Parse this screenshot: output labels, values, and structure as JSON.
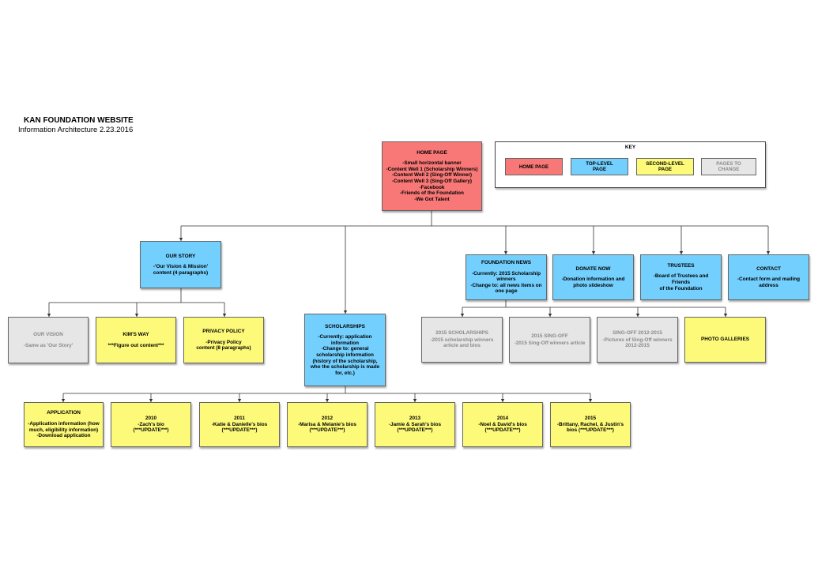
{
  "header": {
    "title": "KAN FOUNDATION WEBSITE",
    "subtitle": "Information Architecture 2.23.2016"
  },
  "key": {
    "title": "KEY",
    "items": [
      "HOME PAGE",
      "TOP-LEVEL\nPAGE",
      "SECOND-LEVEL\nPAGE",
      "PAGES TO\nCHANGE"
    ]
  },
  "nodes": {
    "home": {
      "title": "HOME PAGE",
      "body": "-Small horizontal banner\n-Content Well 1 (Scholarship Winners)\n-Content Well 2 (Sing-Off Winner)\n-Content Well 3 (Sing-Off Gallery)\n-Facebook\n-Friends of the Foundation\n-We Got Talent"
    },
    "our_story": {
      "title": "OUR STORY",
      "body": "-'Our Vision & Mission'\ncontent (4 paragraphs)"
    },
    "our_vision": {
      "title": "OUR VISION",
      "body": "-Same as 'Our Story'"
    },
    "kims_way": {
      "title": "KIM'S WAY",
      "body": "***Figure out content***"
    },
    "privacy": {
      "title": "PRIVACY POLICY",
      "body": "-Privacy Policy\ncontent (8 paragraphs)"
    },
    "scholarships": {
      "title": "SCHOLARSHIPS",
      "body": "-Currently: application\ninformation\n-Change to: general\nscholarship information\n(history of the scholarship,\nwho the scholarship is made\nfor, etc.)"
    },
    "foundation_news": {
      "title": "FOUNDATION NEWS",
      "body": "-Currently: 2015 Scholarship\nwinners\n-Change to: all news items on\none page"
    },
    "donate": {
      "title": "DONATE NOW",
      "body": "-Donation information and\nphoto slideshow"
    },
    "trustees": {
      "title": "TRUSTEES",
      "body": "-Board of Trustees and Friends\nof the Foundation"
    },
    "contact": {
      "title": "CONTACT",
      "body": "-Contact form and mailing\naddress"
    },
    "news_2015_scholarships": {
      "title": "2015 SCHOLARSHIPS",
      "body": "-2015 scholarship winners\narticle and bios"
    },
    "news_2015_singoff": {
      "title": "2015 SING-OFF",
      "body": "-2015 Sing-Off winners article"
    },
    "news_singoff_2012_2015": {
      "title": "SING-OFF 2012-2015",
      "body": "-Pictures of Sing-Off winners\n2012-2015"
    },
    "photo_galleries": {
      "title": "PHOTO GALLERIES",
      "body": ""
    },
    "application": {
      "title": "APPLICATION",
      "body": "-Application information (how\nmuch, eligibility information)\n-Download application"
    },
    "y2010": {
      "title": "2010",
      "body": "-Zach's bio\n(***UPDATE***)"
    },
    "y2011": {
      "title": "2011",
      "body": "-Katie & Danielle's bios\n(***UPDATE***)"
    },
    "y2012": {
      "title": "2012",
      "body": "-Marisa & Melanie's bios\n(***UPDATE***)"
    },
    "y2013": {
      "title": "2013",
      "body": "-Jamie & Sarah's bios\n(***UPDATE***)"
    },
    "y2014": {
      "title": "2014",
      "body": "-Noel & David's bios\n(***UPDATE***)"
    },
    "y2015": {
      "title": "2015",
      "body": "-Brittany, Rachel, & Justin's\nbios (***UPDATE***)"
    }
  },
  "colors": {
    "home_page": "#f77876",
    "top_level": "#73cffd",
    "second_level": "#fdfa7a",
    "pages_to_change": "#e6e6e6"
  }
}
